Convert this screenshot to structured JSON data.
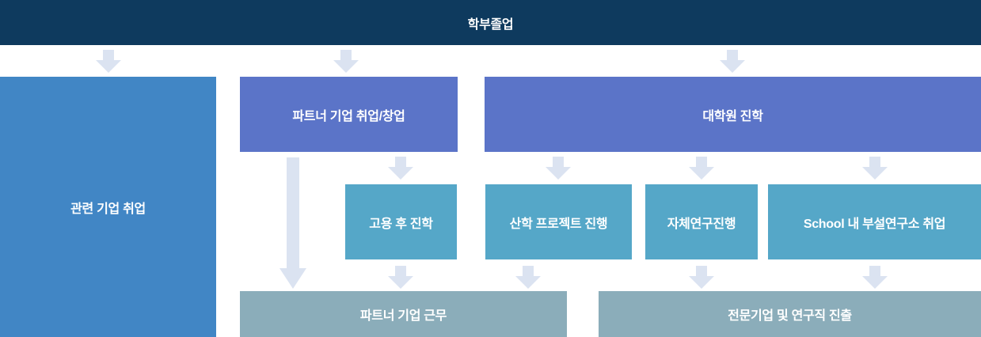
{
  "colors": {
    "header_bg": "#0e3a5e",
    "primary_blue": "#4186c5",
    "indigo": "#5b74c8",
    "teal": "#55a7c8",
    "slate": "#8badba",
    "arrow": "#dbe3f1",
    "text": "#ffffff"
  },
  "nodes": {
    "undergrad": {
      "label": "학부졸업"
    },
    "related_employment": {
      "label": "관련 기업 취업"
    },
    "partner_employment": {
      "label": "파트너 기업 취업/창업"
    },
    "grad_school": {
      "label": "대학원 진학"
    },
    "study_after_employment": {
      "label": "고용 후 진학"
    },
    "industry_project": {
      "label": "산학 프로젝트 진행"
    },
    "independent_research": {
      "label": "자체연구진행"
    },
    "school_institute": {
      "label": "School 내 부설연구소 취업"
    },
    "partner_company_work": {
      "label": "파트너 기업 근무"
    },
    "professional_advance": {
      "label": "전문기업 및 연구직 진출"
    }
  }
}
